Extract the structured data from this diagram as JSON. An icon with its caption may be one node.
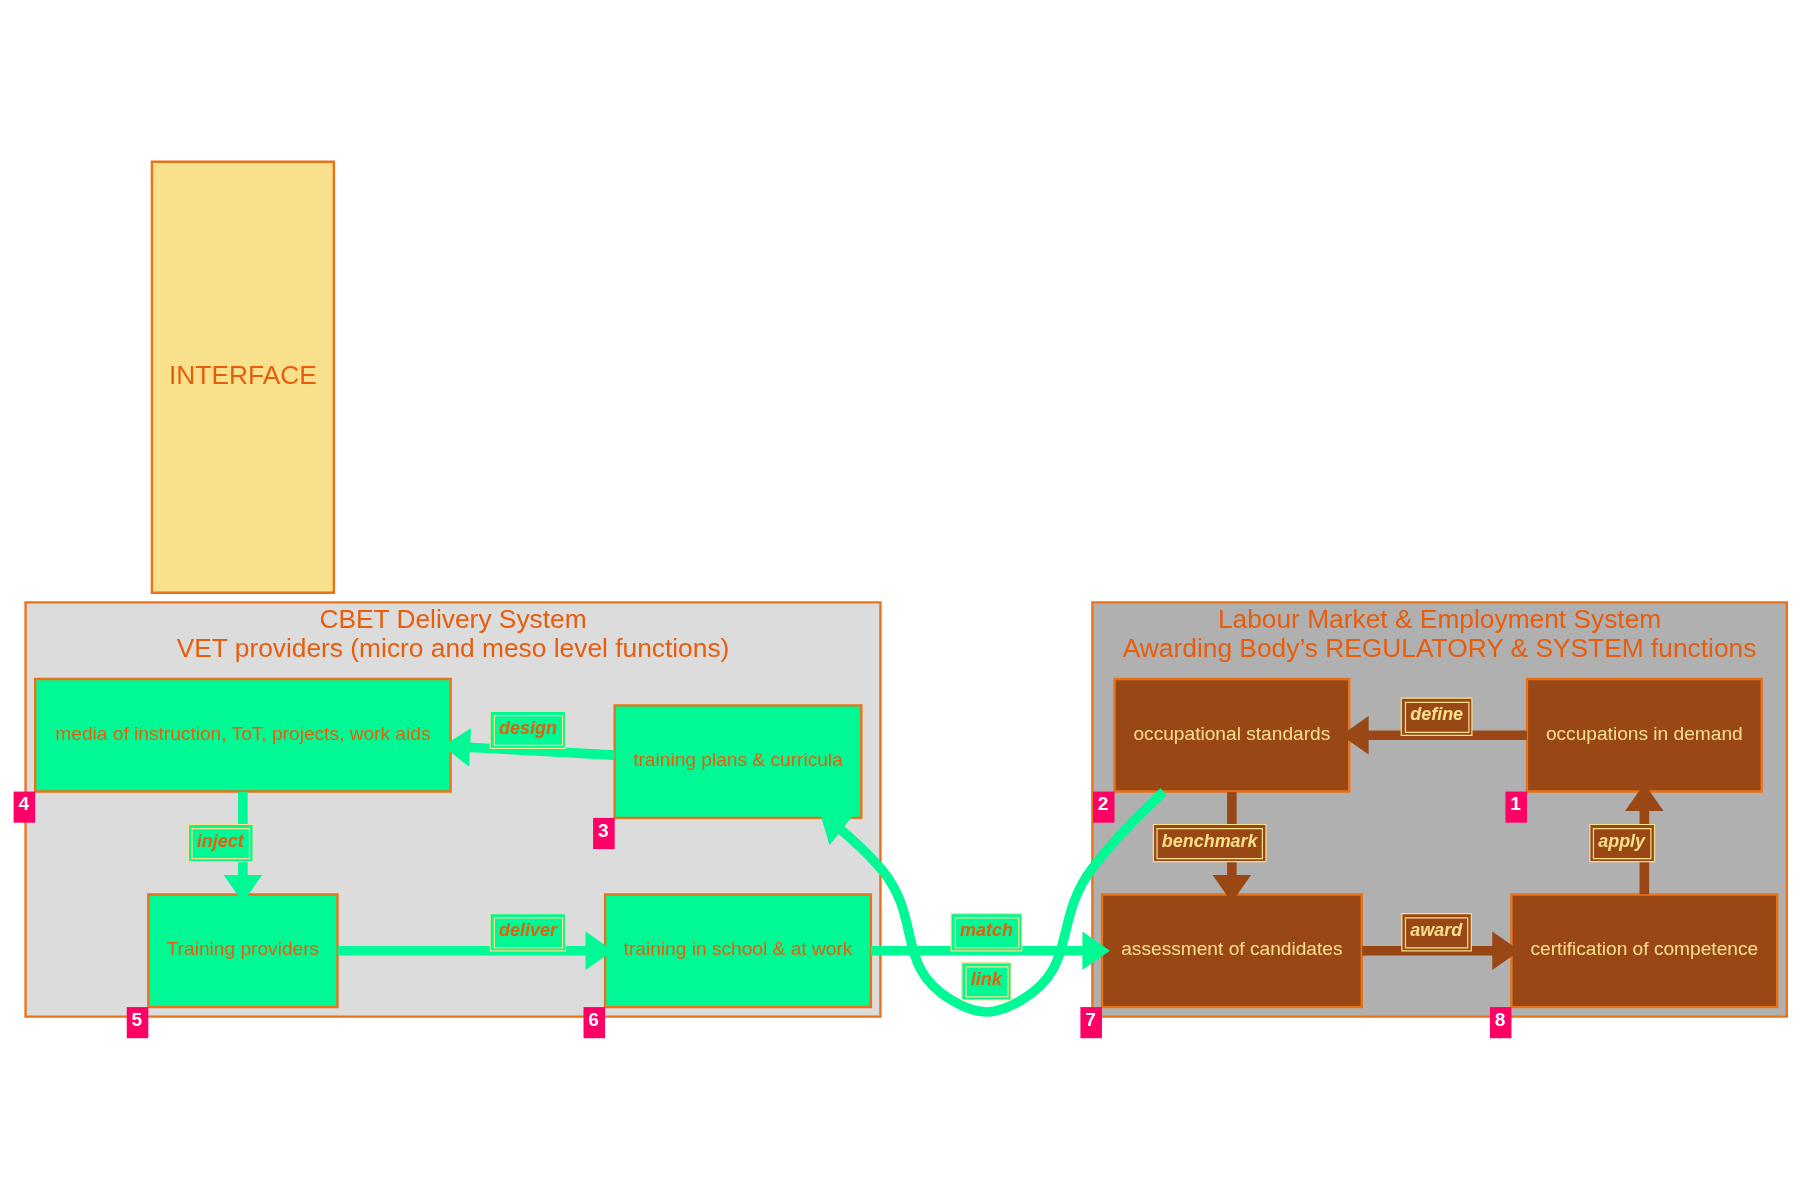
{
  "diagram": {
    "nodes": [
      {
        "text": [
          "CBET Delivery System",
          "VET providers (micro and meso level functions)"
        ]
      },
      {
        "text": [
          "INTERFACE"
        ]
      },
      {
        "text": [
          "Labour Market & Employment System",
          "Awarding Body’s REGULATORY & SYSTEM functions"
        ]
      },
      {
        "text": [
          "occupations in demand"
        ],
        "in": 2,
        "beside": [
          "1"
        ]
      },
      {
        "text": [
          "occupational standards"
        ],
        "in": 2,
        "beside": [
          "2"
        ]
      },
      {
        "text": [
          "training plans & curricula"
        ],
        "in": 0,
        "beside": [
          "3"
        ]
      },
      {
        "text": [
          "media of instruction, ToT, projects, work aids"
        ],
        "in": 0,
        "beside": [
          "4"
        ]
      },
      {
        "text": [
          "Training providers"
        ],
        "in": 0,
        "beside": [
          "5"
        ]
      },
      {
        "text": [
          "training in school & at work"
        ],
        "in": 0,
        "beside": [
          "6"
        ]
      },
      {
        "text": [
          "assessment of candidates"
        ],
        "in": 2,
        "beside": [
          "7"
        ]
      },
      {
        "text": [
          "certification of competence"
        ],
        "in": 2,
        "beside": [
          "8"
        ]
      }
    ],
    "edges": [
      {
        "from": 3,
        "to": 4,
        "arrow": "to",
        "label": "define",
        "color": "#9a4716"
      },
      {
        "from": 4,
        "to": 5,
        "arrow": "to",
        "label": "link"
      },
      {
        "from": 5,
        "to": 6,
        "arrow": "to",
        "label": "design"
      },
      {
        "from": 6,
        "to": 7,
        "arrow": "to",
        "label": "inject"
      },
      {
        "from": 7,
        "to": 8,
        "arrow": "to",
        "label": "deliver"
      },
      {
        "from": 8,
        "to": 9,
        "arrow": "to",
        "label": "match"
      },
      {
        "from": 4,
        "to": 9,
        "arrow": "to",
        "label": "benchmark",
        "color": "#9a4716"
      },
      {
        "from": 9,
        "to": 10,
        "arrow": "to",
        "label": "award",
        "color": "#9a4716"
      },
      {
        "from": 10,
        "to": 3,
        "arrow": "to",
        "label": "apply",
        "color": "#9a4716"
      }
    ]
  }
}
